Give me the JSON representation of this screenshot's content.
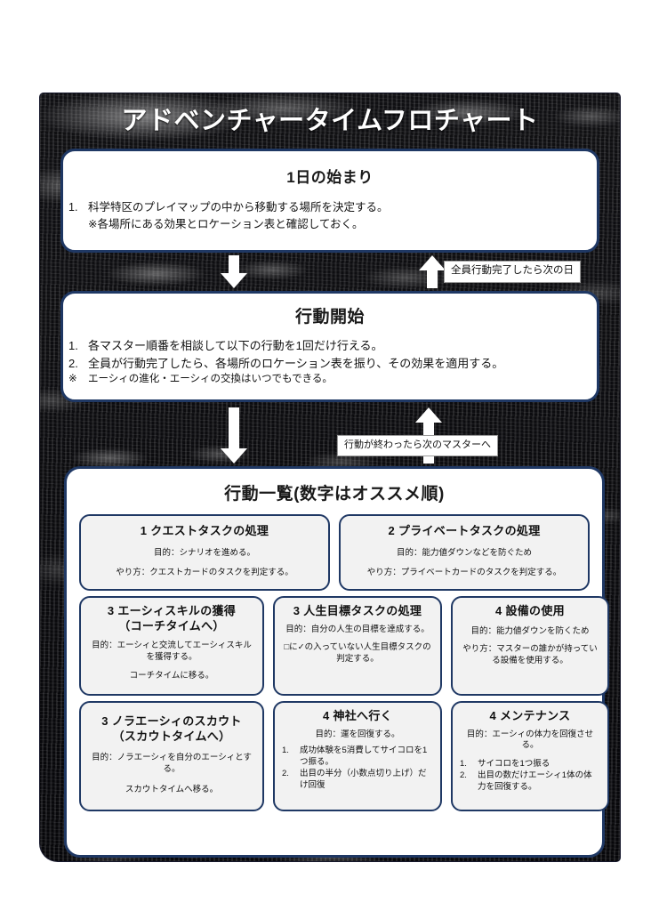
{
  "colors": {
    "panel_dark": "#0a0a0c",
    "box_border": "#1f3864",
    "card_bg": "#f2f2f2",
    "title_text": "#ffffff"
  },
  "header": {
    "title": "アドベンチャータイムフロチャート"
  },
  "stages": {
    "day_start": {
      "heading": "1日の始まり",
      "items": [
        {
          "marker": "1.",
          "text": "科学特区のプレイマップの中から移動する場所を決定する。",
          "note": "※各場所にある効果とロケーション表と確認しておく。"
        }
      ]
    },
    "action_start": {
      "heading": "行動開始",
      "items": [
        {
          "marker": "1.",
          "text": "各マスター順番を相談して以下の行動を1回だけ行える。"
        },
        {
          "marker": "2.",
          "text": "全員が行動完了したら、各場所のロケーション表を振り、その効果を適用する。"
        },
        {
          "marker": "※",
          "text": "エーシィの進化・エーシィの交換はいつでもできる。"
        }
      ]
    },
    "action_menu": {
      "heading": "行動一覧(数字はオススメ順)"
    }
  },
  "connectors": {
    "next_day_label": "全員行動完了したら次の日",
    "next_master_label": "行動が終わったら次のマスターへ"
  },
  "action_cards": {
    "row1": [
      {
        "title": "1 クエストタスクの処理",
        "purpose": "目的：シナリオを進める。",
        "method": "やり方：クエストカードのタスクを判定する。"
      },
      {
        "title": "2 プライベートタスクの処理",
        "purpose": "目的：能力値ダウンなどを防ぐため",
        "method": "やり方：プライベートカードのタスクを判定する。"
      }
    ],
    "row2": [
      {
        "title_line1": "3 エーシィスキルの獲得",
        "title_line2": "（コーチタイムへ）",
        "purpose": "目的：エーシィと交流してエーシィスキルを獲得する。",
        "method": "コーチタイムに移る。"
      },
      {
        "title_line1": "3 人生目標タスクの処理",
        "purpose": "目的：自分の人生の目標を達成する。",
        "method": "□に✓の入っていない人生目標タスクの判定する。"
      },
      {
        "title_line1": "4 設備の使用",
        "purpose": "目的：能力値ダウンを防くため",
        "method": "やり方：マスターの誰かが持っている設備を使用する。"
      }
    ],
    "row3": [
      {
        "title_line1": "3 ノラエーシィのスカウト",
        "title_line2": "（スカウトタイムへ）",
        "purpose": "目的：ノラエーシィを自分のエーシィとする。",
        "method": "スカウトタイムへ移る。"
      },
      {
        "title_line1": "4 神社へ行く",
        "purpose": "目的：運を回復する。",
        "steps": [
          {
            "n": "1.",
            "t": "成功体験を5消費してサイコロを1つ振る。"
          },
          {
            "n": "2.",
            "t": "出目の半分（小数点切り上げ）だけ回復"
          }
        ]
      },
      {
        "title_line1": "4 メンテナンス",
        "purpose": "目的：エーシィの体力を回復させる。",
        "steps": [
          {
            "n": "1.",
            "t": "サイコロを1つ振る"
          },
          {
            "n": "2.",
            "t": "出目の数だけエーシィ1体の体力を回復する。"
          }
        ]
      }
    ]
  }
}
